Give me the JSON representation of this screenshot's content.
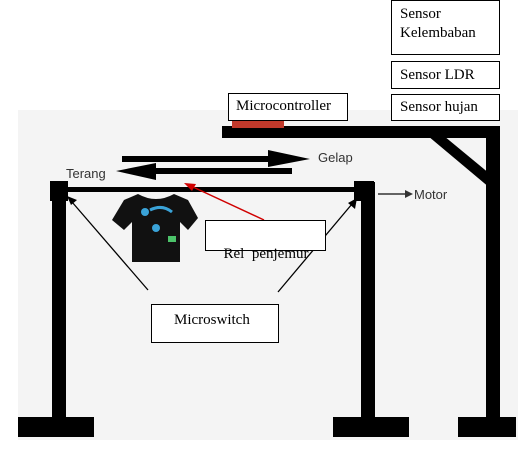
{
  "labels": {
    "sensor_kelembaban": "Sensor Kelembaban",
    "sensor_ldr": "Sensor LDR",
    "sensor_hujan": "Sensor hujan",
    "microcontroller": "Microcontroller",
    "gelap": "Gelap",
    "terang": "Terang",
    "motor": "Motor",
    "rel_penjemur": "Rel  penjemur",
    "microswitch": "Microswitch"
  },
  "colors": {
    "frame": "#000000",
    "microcontroller_block": "#c0392b",
    "pointer_red": "#d00000",
    "shirt": "#111111",
    "shirt_print": "#3aa3d8"
  }
}
